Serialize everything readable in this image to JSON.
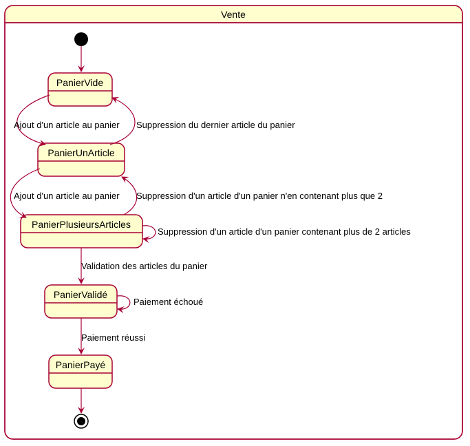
{
  "composite": {
    "title": "Vente"
  },
  "states": [
    {
      "id": "PanierVide",
      "label": "PanierVide"
    },
    {
      "id": "PanierUnArticle",
      "label": "PanierUnArticle"
    },
    {
      "id": "PanierPlusieursArticles",
      "label": "PanierPlusieursArticles"
    },
    {
      "id": "PanierValide",
      "label": "PanierValidé"
    },
    {
      "id": "PanierPaye",
      "label": "PanierPayé"
    }
  ],
  "transitions": [
    {
      "from": "start",
      "to": "PanierVide",
      "label": ""
    },
    {
      "from": "PanierVide",
      "to": "PanierUnArticle",
      "label": "Ajout d'un article au panier"
    },
    {
      "from": "PanierUnArticle",
      "to": "PanierVide",
      "label": "Suppression du dernier article du panier"
    },
    {
      "from": "PanierUnArticle",
      "to": "PanierPlusieursArticles",
      "label": "Ajout d'un article au panier"
    },
    {
      "from": "PanierPlusieursArticles",
      "to": "PanierUnArticle",
      "label": "Suppression d'un article d'un panier n'en contenant plus que 2"
    },
    {
      "from": "PanierPlusieursArticles",
      "to": "PanierPlusieursArticles",
      "label": "Suppression d'un article d'un panier contenant plus de 2 articles"
    },
    {
      "from": "PanierPlusieursArticles",
      "to": "PanierValide",
      "label": "Validation des articles du panier"
    },
    {
      "from": "PanierValide",
      "to": "PanierValide",
      "label": "Paiement échoué"
    },
    {
      "from": "PanierValide",
      "to": "PanierPaye",
      "label": "Paiement réussi"
    },
    {
      "from": "PanierPaye",
      "to": "end",
      "label": ""
    }
  ],
  "colors": {
    "state_fill": "#FEFECE",
    "stroke": "#A80036",
    "arrow": "#A80036"
  }
}
